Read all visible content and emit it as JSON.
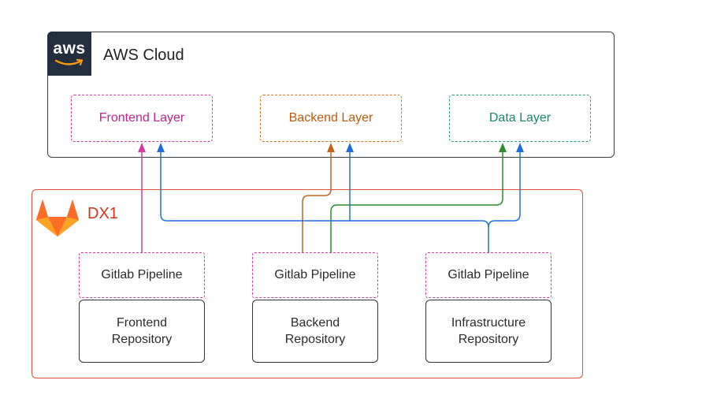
{
  "aws": {
    "logo_text": "aws",
    "title": "AWS Cloud",
    "layers": {
      "frontend": "Frontend Layer",
      "backend": "Backend Layer",
      "data": "Data Layer"
    }
  },
  "dx1": {
    "title": "DX1",
    "pipelines": {
      "frontend": "Gitlab Pipeline",
      "backend": "Gitlab Pipeline",
      "infrastructure": "Gitlab Pipeline"
    },
    "repositories": {
      "frontend": {
        "line1": "Frontend",
        "line2": "Repository"
      },
      "backend": {
        "line1": "Backend",
        "line2": "Repository"
      },
      "infrastructure": {
        "line1": "Infrastructure",
        "line2": "Repository"
      }
    }
  },
  "colors": {
    "frontend_arrow": "#d63aa5",
    "backend_arrow": "#c2631e",
    "data_arrow": "#2e8b2e",
    "infrastructure_arrow": "#1e6fd9"
  },
  "icons": {
    "aws": "aws-logo-icon",
    "gitlab": "gitlab-fox-icon"
  }
}
